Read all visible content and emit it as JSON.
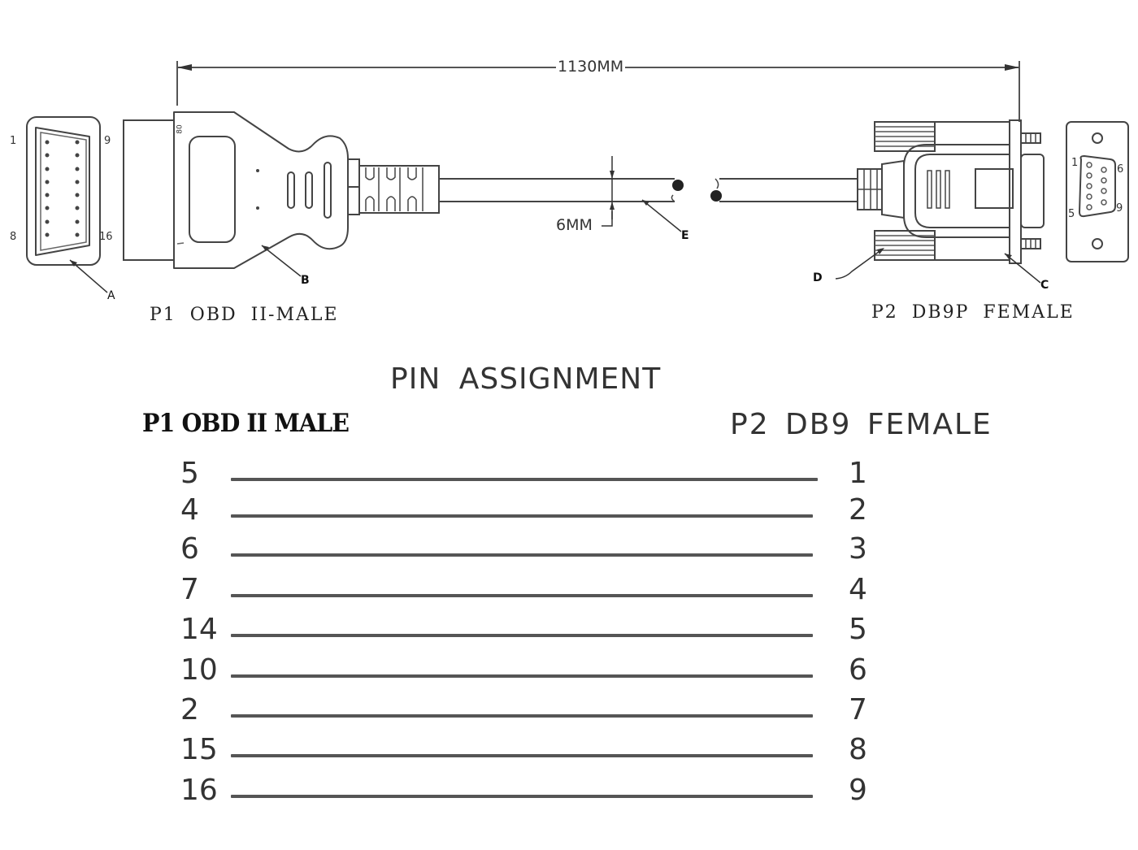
{
  "diagram": {
    "dimensions": {
      "overall_length": "1130MM",
      "cable_diameter": "6MM"
    },
    "callouts": [
      "A",
      "B",
      "C",
      "D",
      "E"
    ],
    "connector_p1": {
      "caption": "P1 OBD II-MALE",
      "face_pin_labels": {
        "top_left": "1",
        "top_right": "9",
        "bottom_left": "8",
        "bottom_right": "16"
      },
      "body_mark": "80"
    },
    "connector_p2": {
      "caption": "P2 DB9P FEMALE",
      "face_pin_labels": {
        "top_left": "1",
        "top_right": "6",
        "bottom_left": "5",
        "bottom_right": "9"
      }
    }
  },
  "pin_assignment": {
    "title": "PIN ASSIGNMENT",
    "left_header": "P1 OBD II MALE",
    "right_header": "P2 DB9 FEMALE",
    "rows": [
      {
        "p1": "5",
        "p2": "1"
      },
      {
        "p1": "4",
        "p2": "2"
      },
      {
        "p1": "6",
        "p2": "3"
      },
      {
        "p1": "7",
        "p2": "4"
      },
      {
        "p1": "14",
        "p2": "5"
      },
      {
        "p1": "10",
        "p2": "6"
      },
      {
        "p1": "2",
        "p2": "7"
      },
      {
        "p1": "15",
        "p2": "8"
      },
      {
        "p1": "16",
        "p2": "9"
      }
    ]
  },
  "colors": {
    "line": "#444444",
    "background": "#ffffff",
    "text": "#222222"
  }
}
